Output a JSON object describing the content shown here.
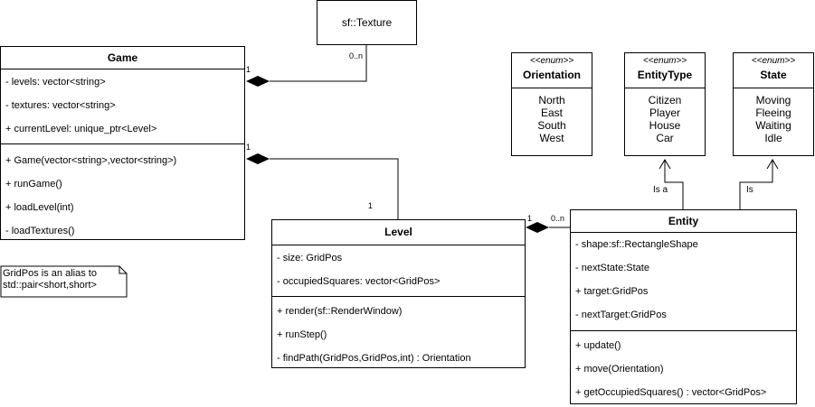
{
  "texture": {
    "title": "sf::Texture"
  },
  "game": {
    "title": "Game",
    "attributes": [
      "- levels: vector<string>",
      "- textures: vector<string>",
      "+ currentLevel: unique_ptr<Level>"
    ],
    "methods": [
      "+ Game(vector<string>,vector<string>)",
      "+ runGame()",
      "+ loadLevel(int)",
      "-  loadTextures()"
    ]
  },
  "level": {
    "title": "Level",
    "attributes": [
      "- size: GridPos",
      "- occupiedSquares: vector<GridPos>"
    ],
    "methods": [
      "+ render(sf::RenderWindow)",
      "+ runStep()",
      "- findPath(GridPos,GridPos,int) : Orientation"
    ]
  },
  "entity": {
    "title": "Entity",
    "attributes": [
      "- shape:sf::RectangleShape",
      "- nextState:State",
      "+ target:GridPos",
      "- nextTarget:GridPos"
    ],
    "methods": [
      "+ update()",
      "+ move(Orientation)",
      "+ getOccupiedSquares() : vector<GridPos>"
    ]
  },
  "enums": {
    "orientation": {
      "stereotype": "<<enum>>",
      "title": "Orientation",
      "values": [
        "North",
        "East",
        "South",
        "West"
      ]
    },
    "entity_type": {
      "stereotype": "<<enum>>",
      "title": "EntityType",
      "values": [
        "Citizen",
        "Player",
        "House",
        "Car"
      ]
    },
    "state": {
      "stereotype": "<<enum>>",
      "title": "State",
      "values": [
        "Moving",
        "Fleeing",
        "Waiting",
        "Idle"
      ]
    }
  },
  "note": {
    "lines": [
      "GridPos is an alias to",
      "std::pair<short,short>"
    ]
  },
  "labels": {
    "texture_game_near_game": "1",
    "texture_game_near_texture": "0..n",
    "game_level_near_game": "1",
    "game_level_near_level": "1",
    "level_entity_near_level": "1",
    "level_entity_near_entity": "0..n",
    "is_a": "Is a",
    "is": "Is"
  }
}
